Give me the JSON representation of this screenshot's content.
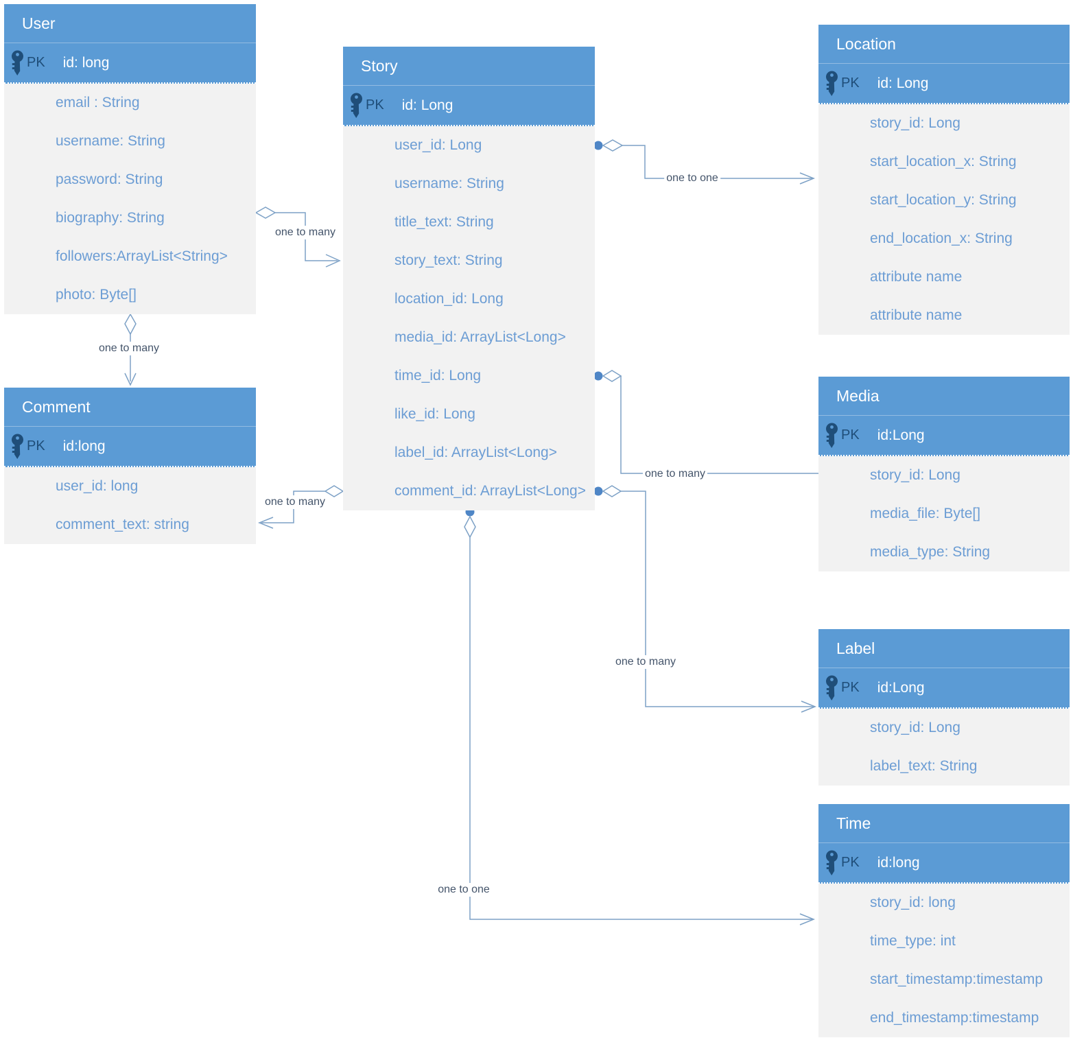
{
  "labels": {
    "pk": "PK"
  },
  "entities": {
    "user": {
      "title": "User",
      "pk_field": "id: long",
      "rows": [
        "email : String",
        "username: String",
        "password: String",
        "biography: String",
        "followers:ArrayList<String>",
        "photo: Byte[]"
      ]
    },
    "story": {
      "title": "Story",
      "pk_field": "id: Long",
      "rows": [
        "user_id: Long",
        "username: String",
        "title_text: String",
        "story_text: String",
        "location_id: Long",
        "media_id: ArrayList<Long>",
        "time_id: Long",
        "like_id: Long",
        "label_id: ArrayList<Long>",
        "comment_id: ArrayList<Long>"
      ]
    },
    "comment": {
      "title": "Comment",
      "pk_field": "id:long",
      "rows": [
        "user_id: long",
        "comment_text: string"
      ]
    },
    "location": {
      "title": "Location",
      "pk_field": "id: Long",
      "rows": [
        "story_id: Long",
        "start_location_x: String",
        "start_location_y: String",
        "end_location_x: String",
        "attribute name",
        "attribute name"
      ]
    },
    "media": {
      "title": "Media",
      "pk_field": "id:Long",
      "rows": [
        "story_id: Long",
        "media_file: Byte[]",
        "media_type: String"
      ]
    },
    "label": {
      "title": "Label",
      "pk_field": "id:Long",
      "rows": [
        "story_id: Long",
        "label_text: String"
      ]
    },
    "time": {
      "title": "Time",
      "pk_field": "id:long",
      "rows": [
        "story_id: long",
        "time_type: int",
        "start_timestamp:timestamp",
        "end_timestamp:timestamp"
      ]
    }
  },
  "relationships": {
    "user_story": "one to many",
    "user_comment": "one to many",
    "story_comment": "one to many",
    "story_location": "one to one",
    "story_media": "one to many",
    "story_label": "one to many",
    "story_time": "one to one"
  },
  "colors": {
    "header_bg": "#5b9bd5",
    "body_bg": "#f2f2f2",
    "attribute_text": "#6c9dd4",
    "pk_icon": "#1f4e79",
    "connector": "#7da1c6",
    "connector_dot": "#4f86c6",
    "edge_label_text": "#44546a"
  }
}
